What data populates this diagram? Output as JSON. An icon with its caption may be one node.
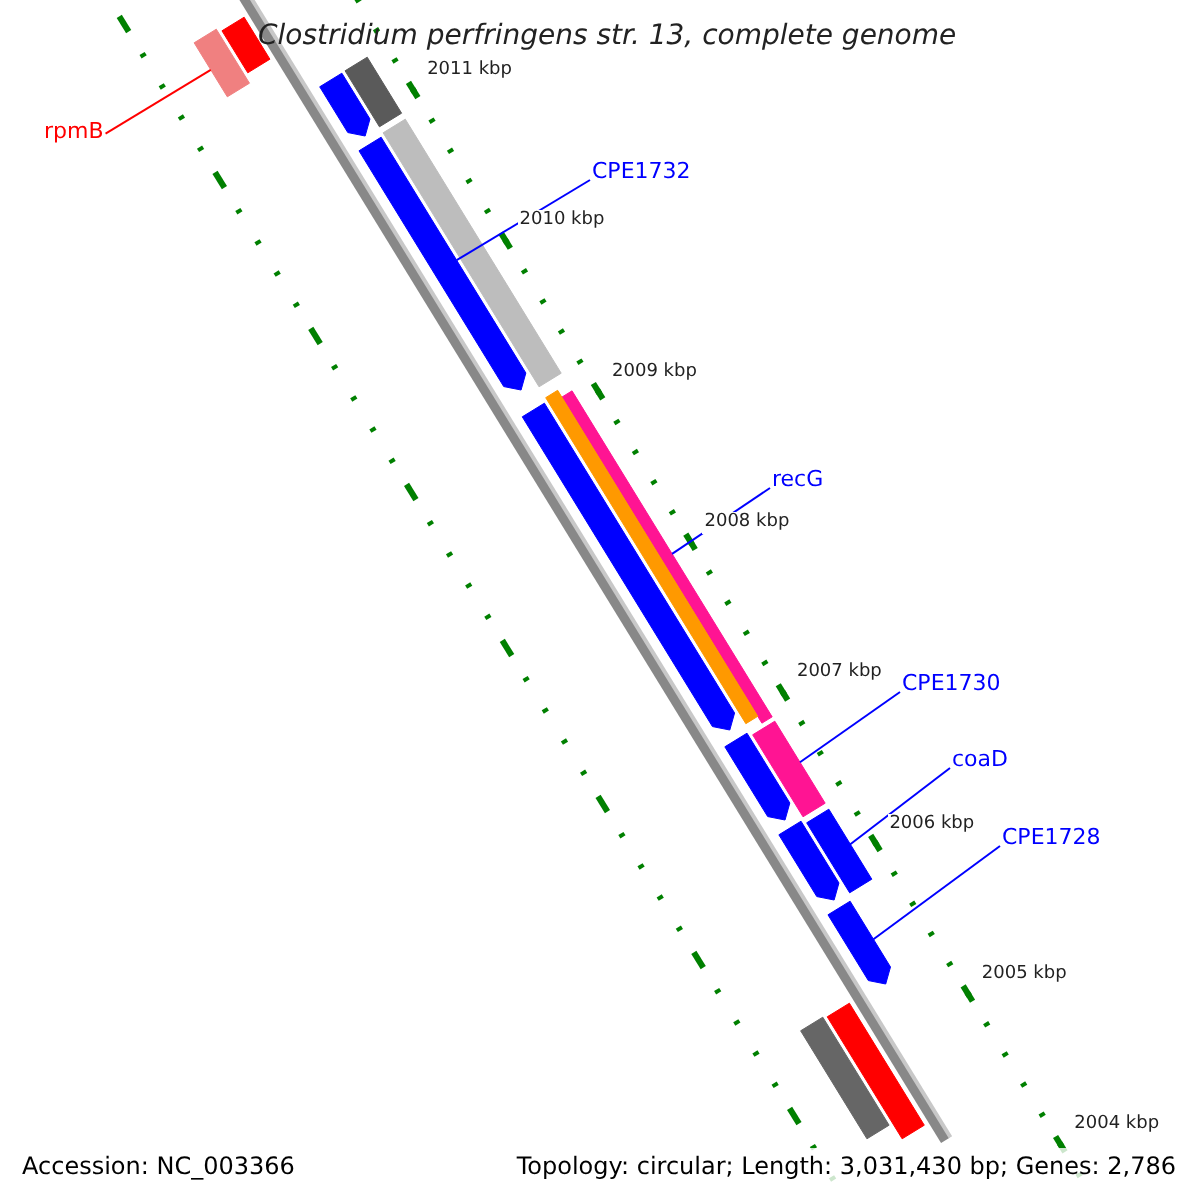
{
  "diagram": {
    "title": "Clostridium perfringens str. 13, complete genome",
    "nodes": [
      {
        "text": [
          "rpmB"
        ]
      },
      {
        "text": [
          "CPE1732"
        ]
      },
      {
        "text": [
          "recG"
        ]
      },
      {
        "text": [
          "CPE1730"
        ]
      },
      {
        "text": [
          "coaD"
        ]
      },
      {
        "text": [
          "CPE1728"
        ]
      },
      {
        "text": [],
        "shape": "bar"
      },
      {
        "text": [],
        "shape": "bar"
      },
      {
        "text": [],
        "shape": "bar"
      },
      {
        "text": [],
        "shape": "bar"
      },
      {
        "text": [],
        "shape": "bar"
      },
      {
        "text": [],
        "shape": "bar"
      },
      {
        "text": [],
        "shape": "bar"
      },
      {
        "text": [],
        "shape": "bar"
      },
      {
        "text": [],
        "shape": "bar"
      },
      {
        "text": [],
        "shape": "bar"
      },
      {
        "text": [],
        "shape": "bar"
      },
      {
        "text": [],
        "shape": "bar"
      },
      {
        "text": [],
        "shape": "bar"
      },
      {
        "text": [],
        "shape": "bar"
      },
      {
        "text": [],
        "shape": "bar"
      },
      {
        "text": [],
        "shape": "bar"
      }
    ],
    "edges": [
      {
        "from": 0,
        "to": 7,
        "arrow": "none",
        "color": "#ff0000"
      },
      {
        "from": 1,
        "to": 11,
        "arrow": "none"
      },
      {
        "from": 2,
        "to": 12,
        "arrow": "none"
      },
      {
        "from": 3,
        "to": 15,
        "arrow": "none"
      },
      {
        "from": 4,
        "to": 17,
        "arrow": "none"
      },
      {
        "from": 5,
        "to": 19,
        "arrow": "none"
      }
    ],
    "labels": [
      "2011 kbp",
      "2010 kbp",
      "2009 kbp",
      "2008 kbp",
      "2007 kbp",
      "2006 kbp",
      "2005 kbp",
      "2004 kbp",
      "Accession: NC_003366",
      "Topology: circular; Length: 3,031,430 bp; Genes: 2,786"
    ]
  }
}
